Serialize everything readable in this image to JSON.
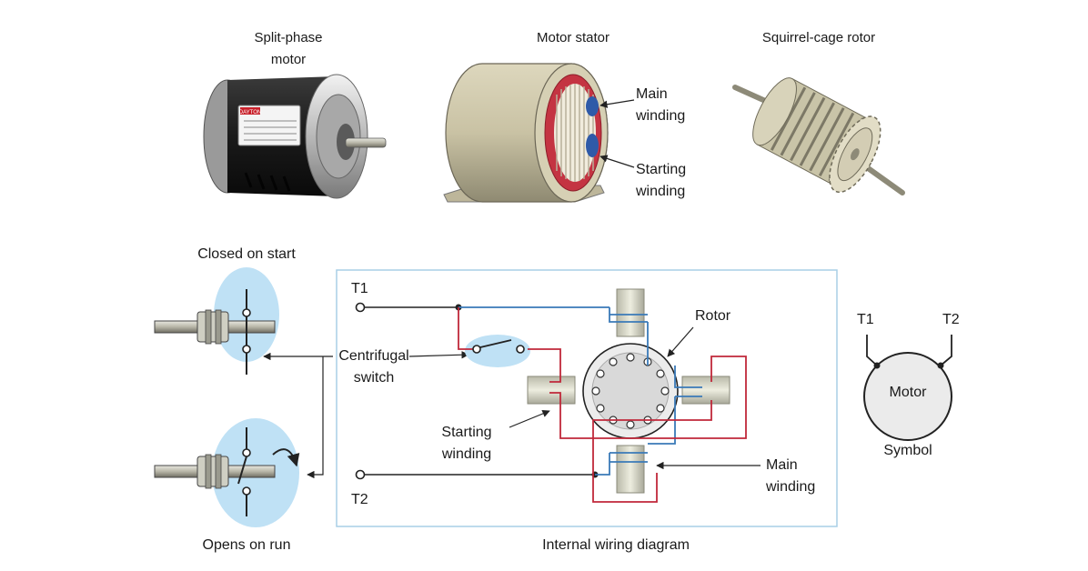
{
  "labels": {
    "split_phase_motor": [
      "Split-phase",
      "motor"
    ],
    "motor_stator": "Motor stator",
    "squirrel_cage_rotor": "Squirrel-cage rotor",
    "main_winding_top": [
      "Main",
      "winding"
    ],
    "starting_winding_top": [
      "Starting",
      "winding"
    ],
    "closed_on_start": "Closed on start",
    "opens_on_run": "Opens on run",
    "t1": "T1",
    "t2": "T2",
    "centrifugal_switch": [
      "Centrifugal",
      "switch"
    ],
    "rotor": "Rotor",
    "starting_winding_diagram": [
      "Starting",
      "winding"
    ],
    "main_winding_diagram": [
      "Main",
      "winding"
    ],
    "internal_wiring_diagram": "Internal wiring diagram",
    "symbol_t1": "T1",
    "symbol_t2": "T2",
    "motor": "Motor",
    "symbol": "Symbol"
  },
  "motor_nameplate_text": "DAYTON",
  "colors": {
    "wire_black": "#222222",
    "wire_blue": "#3a7ab8",
    "wire_red": "#c0283a",
    "switch_highlight": "#bfe1f5",
    "diagram_border": "#a9cfe6",
    "stator_shell": "#c9c2a4",
    "motor_body": "#1e1e1e",
    "rotor_disk": "#ececec"
  }
}
